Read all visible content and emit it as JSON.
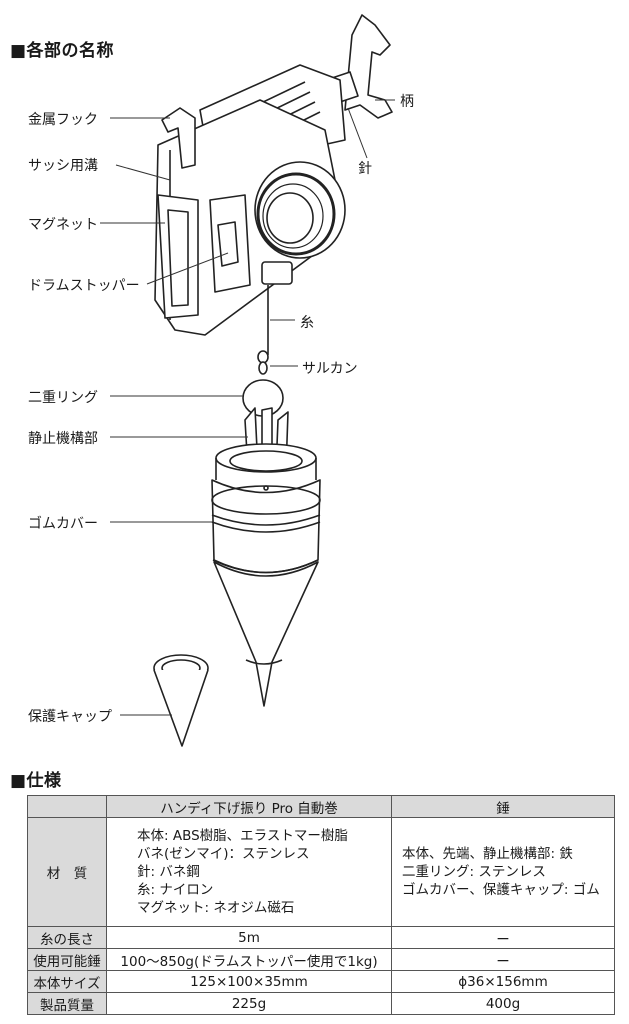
{
  "parts_section": {
    "title": "■各部の名称",
    "labels": {
      "metal_hook": "金属フック",
      "sash_groove": "サッシ用溝",
      "magnet": "マグネット",
      "drum_stopper": "ドラムストッパー",
      "handle": "柄",
      "needle": "針",
      "thread": "糸",
      "swivel": "サルカン",
      "double_ring": "二重リング",
      "stationary_part": "静止機構部",
      "rubber_cover": "ゴムカバー",
      "protective_cap": "保護キャップ"
    }
  },
  "spec_section": {
    "title": "■仕様",
    "headers": {
      "corner": "",
      "col1": "ハンディ下げ振り Pro 自動巻",
      "col2": "錘"
    },
    "material": {
      "label": "材　質",
      "col1": [
        "本体: ABS樹脂、エラストマー樹脂",
        "バネ(ゼンマイ)：ステンレス",
        "針: バネ鋼",
        "糸: ナイロン",
        "マグネット: ネオジム磁石"
      ],
      "col2": [
        "本体、先端、静止機構部: 鉄",
        "二重リング: ステンレス",
        "ゴムカバー、保護キャップ: ゴム"
      ]
    },
    "rows": [
      {
        "label": "糸の長さ",
        "col1": "5m",
        "col2": "ー"
      },
      {
        "label": "使用可能錘",
        "col1": "100〜850g(ドラムストッパー使用で1kg)",
        "col2": "ー"
      },
      {
        "label": "本体サイズ",
        "col1": "125×100×35mm",
        "col2": "ϕ36×156mm"
      },
      {
        "label": "製品質量",
        "col1": "225g",
        "col2": "400g"
      }
    ]
  }
}
